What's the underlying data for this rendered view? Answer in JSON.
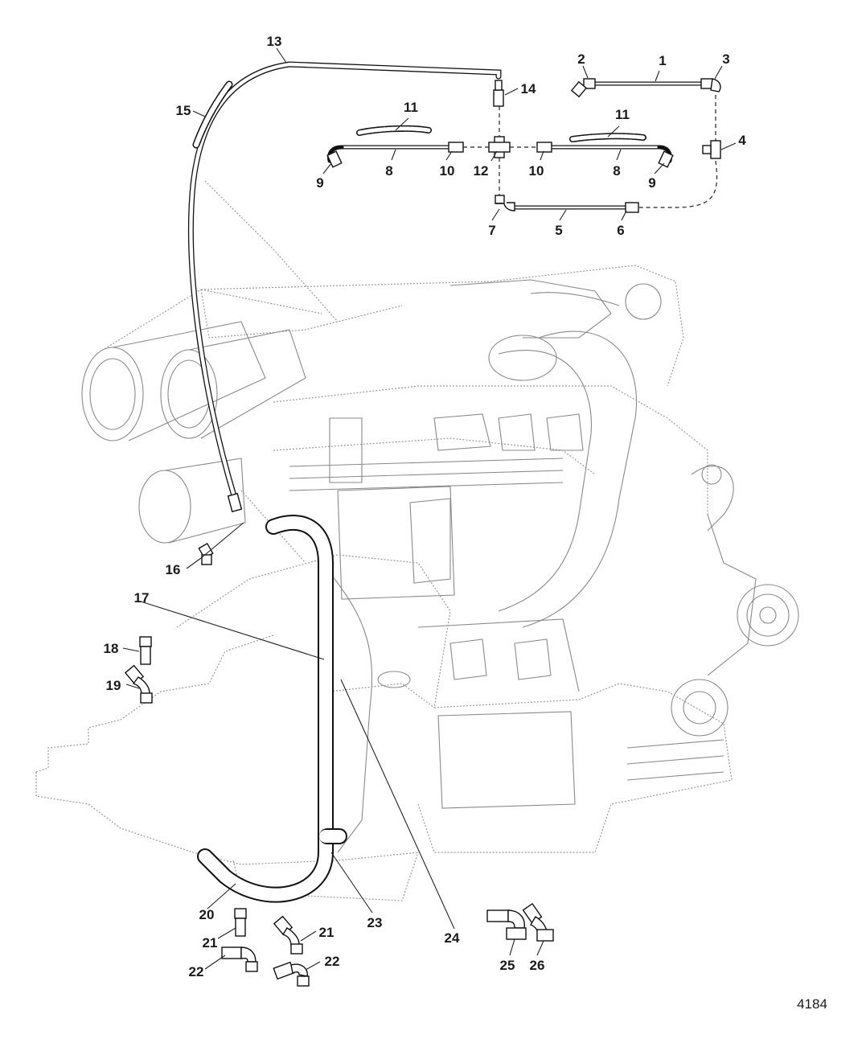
{
  "figure_number": "4184",
  "callouts": [
    {
      "key": "c1",
      "text": "1"
    },
    {
      "key": "c2",
      "text": "2"
    },
    {
      "key": "c3",
      "text": "3"
    },
    {
      "key": "c4",
      "text": "4"
    },
    {
      "key": "c5",
      "text": "5"
    },
    {
      "key": "c6",
      "text": "6"
    },
    {
      "key": "c7",
      "text": "7"
    },
    {
      "key": "c8a",
      "text": "8"
    },
    {
      "key": "c8b",
      "text": "8"
    },
    {
      "key": "c9a",
      "text": "9"
    },
    {
      "key": "c9b",
      "text": "9"
    },
    {
      "key": "c10a",
      "text": "10"
    },
    {
      "key": "c10b",
      "text": "10"
    },
    {
      "key": "c11a",
      "text": "11"
    },
    {
      "key": "c11b",
      "text": "11"
    },
    {
      "key": "c12",
      "text": "12"
    },
    {
      "key": "c13",
      "text": "13"
    },
    {
      "key": "c14",
      "text": "14"
    },
    {
      "key": "c15",
      "text": "15"
    },
    {
      "key": "c16",
      "text": "16"
    },
    {
      "key": "c17",
      "text": "17"
    },
    {
      "key": "c18",
      "text": "18"
    },
    {
      "key": "c19",
      "text": "19"
    },
    {
      "key": "c20",
      "text": "20"
    },
    {
      "key": "c21a",
      "text": "21"
    },
    {
      "key": "c21b",
      "text": "21"
    },
    {
      "key": "c22a",
      "text": "22"
    },
    {
      "key": "c22b",
      "text": "22"
    },
    {
      "key": "c23",
      "text": "23"
    },
    {
      "key": "c24",
      "text": "24"
    },
    {
      "key": "c25",
      "text": "25"
    },
    {
      "key": "c26",
      "text": "26"
    }
  ]
}
